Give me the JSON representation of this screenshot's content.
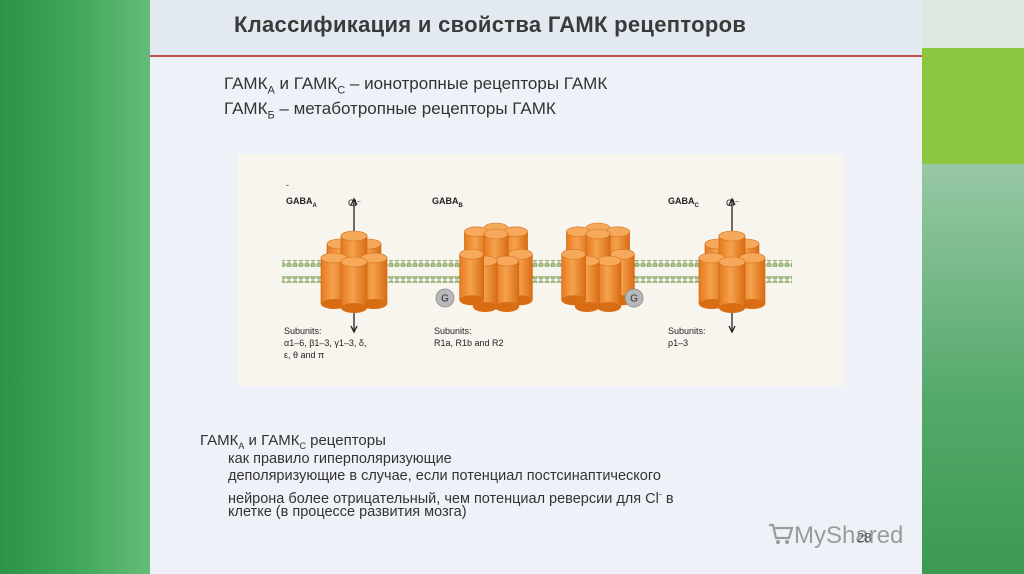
{
  "title": "Классификация и свойства ГАМК рецепторов",
  "intro": {
    "line1": {
      "a": "ГАМК",
      "a_sub": "А",
      "mid": " и ГАМК",
      "c_sub": "С",
      "rest": " – ионотропные рецепторы ГАМК"
    },
    "line2": {
      "a": "ГАМК",
      "a_sub": "Б",
      "rest": " – метаботропные рецепторы ГАМК"
    }
  },
  "figure": {
    "dash": "-",
    "gabaa": {
      "name": "GABA",
      "sub": "A",
      "ion": "Cl⁻",
      "subunits_title": "Subunits:",
      "subunits_l1": "α1–6, β1–3, γ1–3, δ,",
      "subunits_l2": "ε, θ and π"
    },
    "gabab": {
      "name": "GABA",
      "sub": "B",
      "subunits_title": "Subunits:",
      "subunits_l1": "R1a, R1b and R2",
      "g_label": "G"
    },
    "gabac": {
      "name": "GABA",
      "sub": "C",
      "ion": "Cl⁻",
      "subunits_title": "Subunits:",
      "subunits_l1": "ρ1–3"
    },
    "colors": {
      "cylinder": "#f08a2c",
      "cylinder_top": "#f6a95a",
      "membrane": "#8fae6a",
      "g_protein": "#b8b8b8"
    }
  },
  "paragraph": {
    "l1_a": "ГАМК",
    "l1_a_sub": "А",
    "l1_mid": " и ГАМК",
    "l1_c_sub": "С",
    "l1_rest": " рецепторы",
    "l2": "как правило гиперполяризующие",
    "l3": "деполяризующие в случае,  если потенциал постсинаптического",
    "l4_a": "нейрона более отрицательный, чем потенциал реверсии для  Cl",
    "l4_sup": "-",
    "l4_b": " в",
    "l5": "клетке (в процессе развития мозга)"
  },
  "watermark": {
    "text": "MyShared",
    "icon": "cart-icon"
  },
  "page_number": "28"
}
